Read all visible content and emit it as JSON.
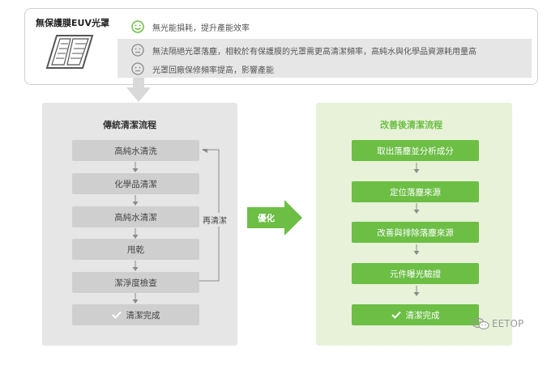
{
  "top": {
    "title": "無保護膜EUV光罩",
    "benefit": "無光能損耗，提升產能效率",
    "drawbacks": [
      "無法隔絕光罩落塵，相較於有保護膜的光罩需更高清潔頻率，高純水與化學品資源耗用量高",
      "光罩回廠保修頻率提高，影響產能"
    ]
  },
  "traditional": {
    "title": "傳統清潔流程",
    "steps": [
      "高純水清洗",
      "化學品清潔",
      "高純水清潔",
      "甩乾",
      "潔淨度檢查"
    ],
    "final": "清潔完成",
    "loop_label": "再清潔"
  },
  "optimize_label": "優化",
  "improved": {
    "title": "改善後清潔流程",
    "steps": [
      "取出落塵並分析成分",
      "定位落塵來源",
      "改善與排除落塵來源",
      "元件曝光驗證"
    ],
    "final": "清潔完成"
  },
  "watermark": "EETOP",
  "colors": {
    "green": "#6cbe45",
    "light_green": "#e7f2d8",
    "gray_panel": "#e6e6e6",
    "gray_box": "#cfcfcf"
  }
}
